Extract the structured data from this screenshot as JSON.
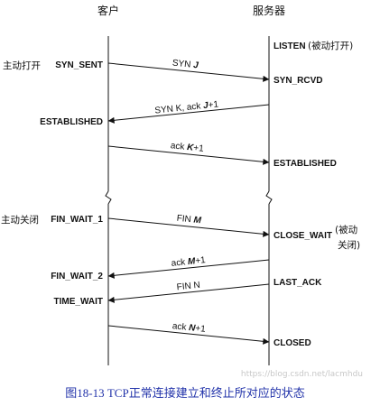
{
  "headers": {
    "client": "客户",
    "server": "服务器"
  },
  "server_states": {
    "listen": "LISTEN",
    "listen_note": "(被动打开)",
    "syn_rcvd": "SYN_RCVD",
    "established": "ESTABLISHED",
    "close_wait": "CLOSE_WAIT",
    "close_wait_note_1": "(被动",
    "close_wait_note_2": "关闭)",
    "last_ack": "LAST_ACK",
    "closed": "CLOSED"
  },
  "client_states": {
    "syn_sent": "SYN_SENT",
    "syn_sent_note": "主动打开",
    "established": "ESTABLISHED",
    "fin_wait_1": "FIN_WAIT_1",
    "fin_wait_1_note": "主动关闭",
    "fin_wait_2": "FIN_WAIT_2",
    "time_wait": "TIME_WAIT"
  },
  "messages": {
    "syn_j": {
      "prefix": "SYN ",
      "var": "J",
      "suffix": ""
    },
    "syn_k_ack": {
      "prefix": "SYN K, ack ",
      "var": "J",
      "suffix": "+1"
    },
    "ack_k": {
      "prefix": "ack ",
      "var": "K",
      "suffix": "+1"
    },
    "fin_m": {
      "prefix": "FIN ",
      "var": "M",
      "suffix": ""
    },
    "ack_m": {
      "prefix": "ack ",
      "var": "M",
      "suffix": "+1"
    },
    "fin_n": {
      "prefix": "FIN N",
      "var": "",
      "suffix": ""
    },
    "ack_n": {
      "prefix": "ack ",
      "var": "N",
      "suffix": "+1"
    }
  },
  "caption": "图18-13   TCP正常连接建立和终止所对应的状态",
  "watermark": "https://blog.csdn.net/lacmhdu"
}
